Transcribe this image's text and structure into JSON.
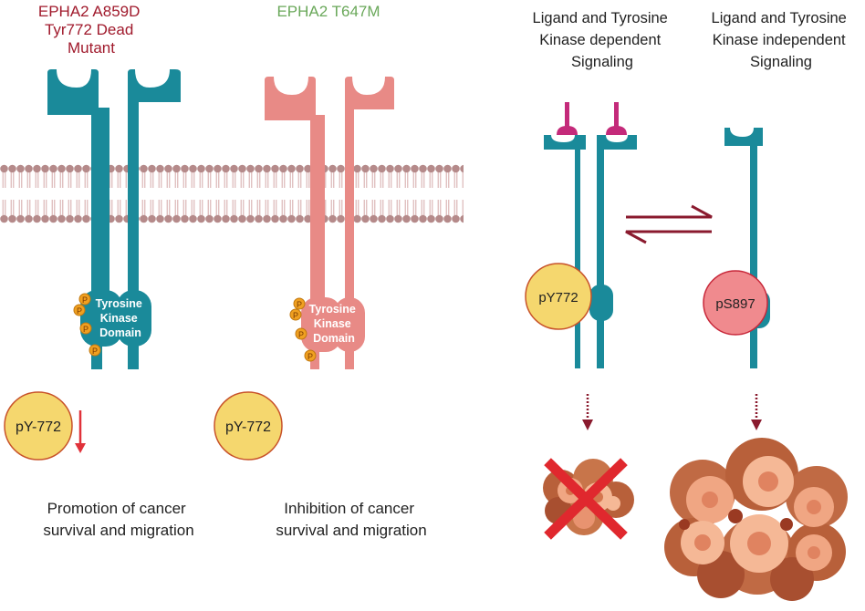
{
  "left": {
    "mutant_title": [
      "EPHA2 A859D",
      "Tyr772 Dead",
      "Mutant"
    ],
    "kinase_label": [
      "Tyrosine",
      "Kinase",
      "Domain"
    ],
    "p_badge": "P",
    "py_label": "pY-772",
    "caption": [
      "Promotion of cancer",
      "survival and migration"
    ]
  },
  "middle": {
    "title": "EPHA2 T647M",
    "kinase_label": [
      "Tyrosine",
      "Kinase",
      "Domain"
    ],
    "p_badge": "P",
    "py_label": "pY-772",
    "caption": [
      "Inhibition of cancer",
      "survival and migration"
    ]
  },
  "right": {
    "dependent_title": [
      "Ligand and Tyrosine",
      "Kinase dependent",
      "Signaling"
    ],
    "independent_title": [
      "Ligand and Tyrosine",
      "Kinase independent",
      "Signaling"
    ],
    "py_label": "pY772",
    "ps_label": "pS897"
  },
  "colors": {
    "teal": "#1a8a9a",
    "salmon": "#e88a86",
    "dark_red": "#a01a2c",
    "green_title": "#6aa85a",
    "arrow_red": "#e0323a",
    "maroon": "#8a1a2e",
    "magenta": "#c42a7a",
    "yellow": "#f5d76e",
    "pink_circle": "#f08a8e",
    "p_orange": "#f0a020",
    "membrane": "#b58a8a"
  }
}
